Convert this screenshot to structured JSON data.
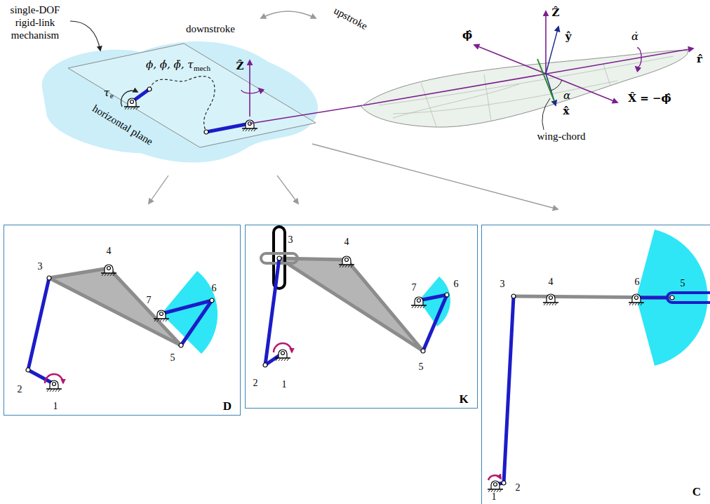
{
  "diagram": {
    "nodes": [
      {
        "text": [
          "D"
        ]
      },
      {
        "text": [
          "K"
        ]
      },
      {
        "text": [
          "C"
        ]
      }
    ],
    "labels": [
      "single-DOF rigid-link mechanism",
      "downstroke",
      "upstroke",
      "ϕ, ϕ̇, ϕ̈, τ",
      "mech",
      "Ẑ",
      "τ",
      "e",
      "horizontal plane",
      "ϕ̂",
      "Ẑ",
      "ŷ",
      "α̇",
      "r̂",
      "α",
      "X̂ = −ϕ̂",
      "x̂",
      "wing-chord",
      "1",
      "2",
      "3",
      "4",
      "5",
      "6",
      "7",
      "1",
      "2",
      "3",
      "4",
      "5",
      "6",
      "7",
      "1",
      "2",
      "3",
      "4",
      "5",
      "6"
    ]
  }
}
